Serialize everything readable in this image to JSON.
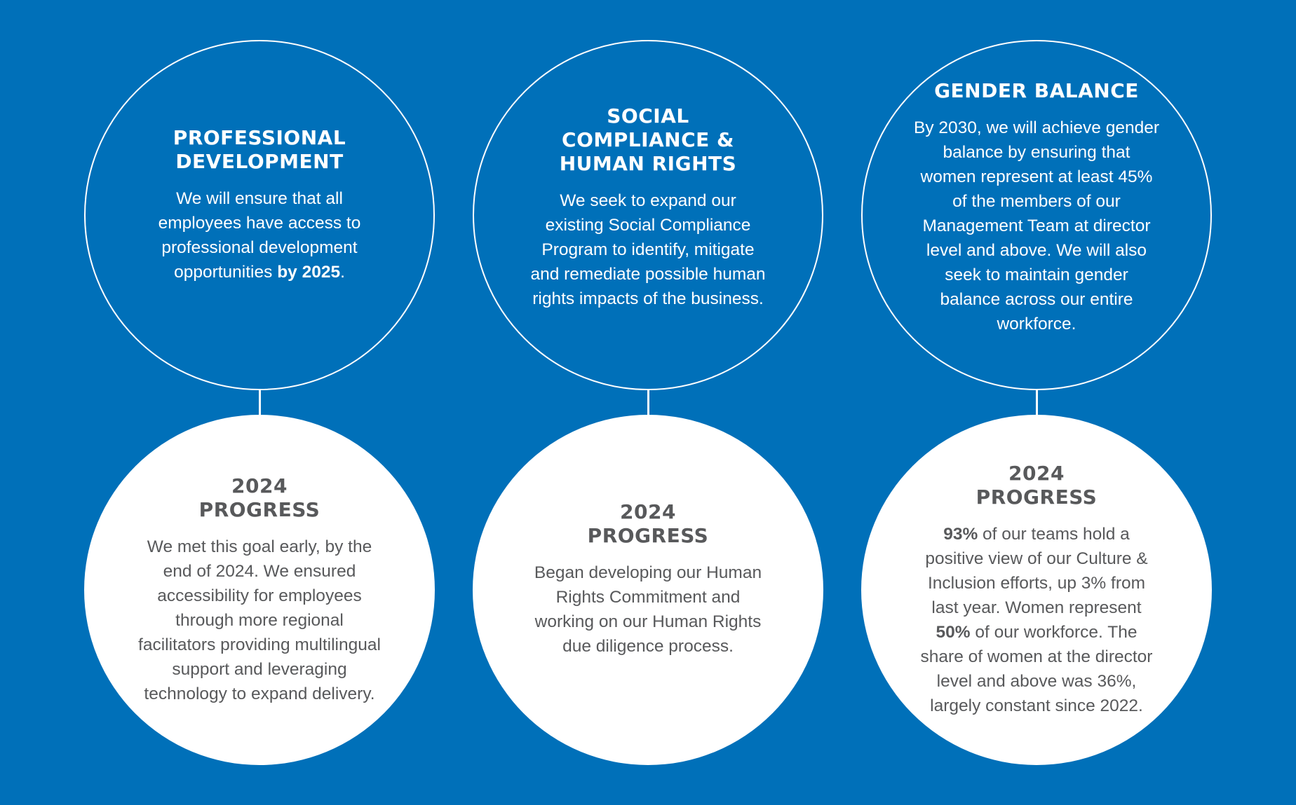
{
  "columns": [
    {
      "goal": {
        "title": "PROFESSIONAL DEVELOPMENT",
        "text_before": "We will ensure that all employees have access to professional development opportunities ",
        "text_bold": "by 2025",
        "text_after": "."
      },
      "progress": {
        "title": "2024 PROGRESS",
        "text": "We met this goal early, by the end of 2024. We ensured accessibility for employees through more regional facilitators providing multilingual support and leveraging technology to expand delivery."
      }
    },
    {
      "goal": {
        "title": "SOCIAL COMPLIANCE & HUMAN RIGHTS",
        "text": "We seek to expand our existing Social Compliance Program to identify, mitigate and remediate possible human rights impacts of the business."
      },
      "progress": {
        "title": "2024 PROGRESS",
        "text": "Began developing our Human Rights Commitment and working on our Human Rights due diligence process."
      }
    },
    {
      "goal": {
        "title": "GENDER BALANCE",
        "text": "By 2030, we will achieve gender balance by ensuring that women represent at least 45% of the members of our Management Team at director level and above. We will also seek to maintain gender balance across our entire workforce."
      },
      "progress": {
        "title": "2024 PROGRESS",
        "bold_1": "93%",
        "text_1": " of our teams hold a positive view of our Culture & Inclusion efforts, up 3% from last year. Women represent ",
        "bold_2": "50%",
        "text_2": " of our workforce. The share of women at the director level and above was 36%, largely constant since 2022."
      }
    }
  ],
  "colors": {
    "background": "#0070b9",
    "goal_text": "#ffffff",
    "progress_text": "#58595b",
    "progress_fill": "#ffffff"
  }
}
